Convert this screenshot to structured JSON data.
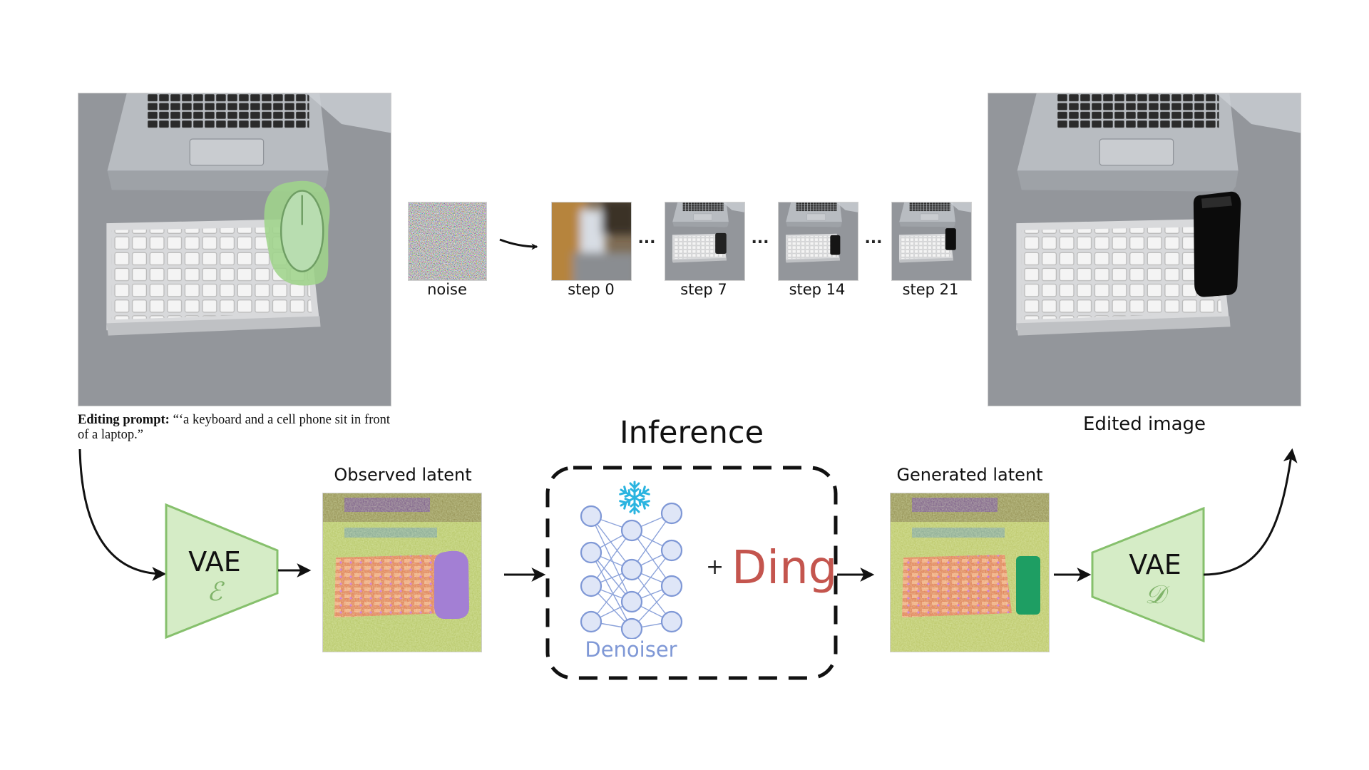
{
  "input": {
    "prompt_label": "Editing prompt:",
    "prompt_text": "“‘a keyboard and a cell phone sit in front of a laptop.”"
  },
  "steps": [
    {
      "label": "noise"
    },
    {
      "label": "step 0"
    },
    {
      "label": "step 7"
    },
    {
      "label": "step 14"
    },
    {
      "label": "step 21"
    }
  ],
  "ellipsis": "...",
  "output": {
    "label": "Edited image"
  },
  "inference": {
    "title": "Inference",
    "denoiser_label": "Denoiser",
    "plus": "+",
    "ding_label": "Ding"
  },
  "latents": {
    "observed_label": "Observed latent",
    "generated_label": "Generated latent"
  },
  "encoder": {
    "name": "VAE",
    "symbol": "ℰ"
  },
  "decoder": {
    "name": "VAE",
    "symbol": "𝒟"
  },
  "colors": {
    "mask_green": "#9fd48b",
    "vae_fill": "#d5ecc6",
    "vae_stroke": "#86c06c",
    "denoiser_blue": "#7f98d6",
    "snowflake": "#2ab4e0",
    "ding_red": "#c4554e",
    "latent_mask_purple": "#a37fd4",
    "latent_phone_green": "#1e9e63"
  },
  "icons": [
    "snowflake-icon",
    "arrow-right-icon",
    "curved-arrow-icon"
  ]
}
